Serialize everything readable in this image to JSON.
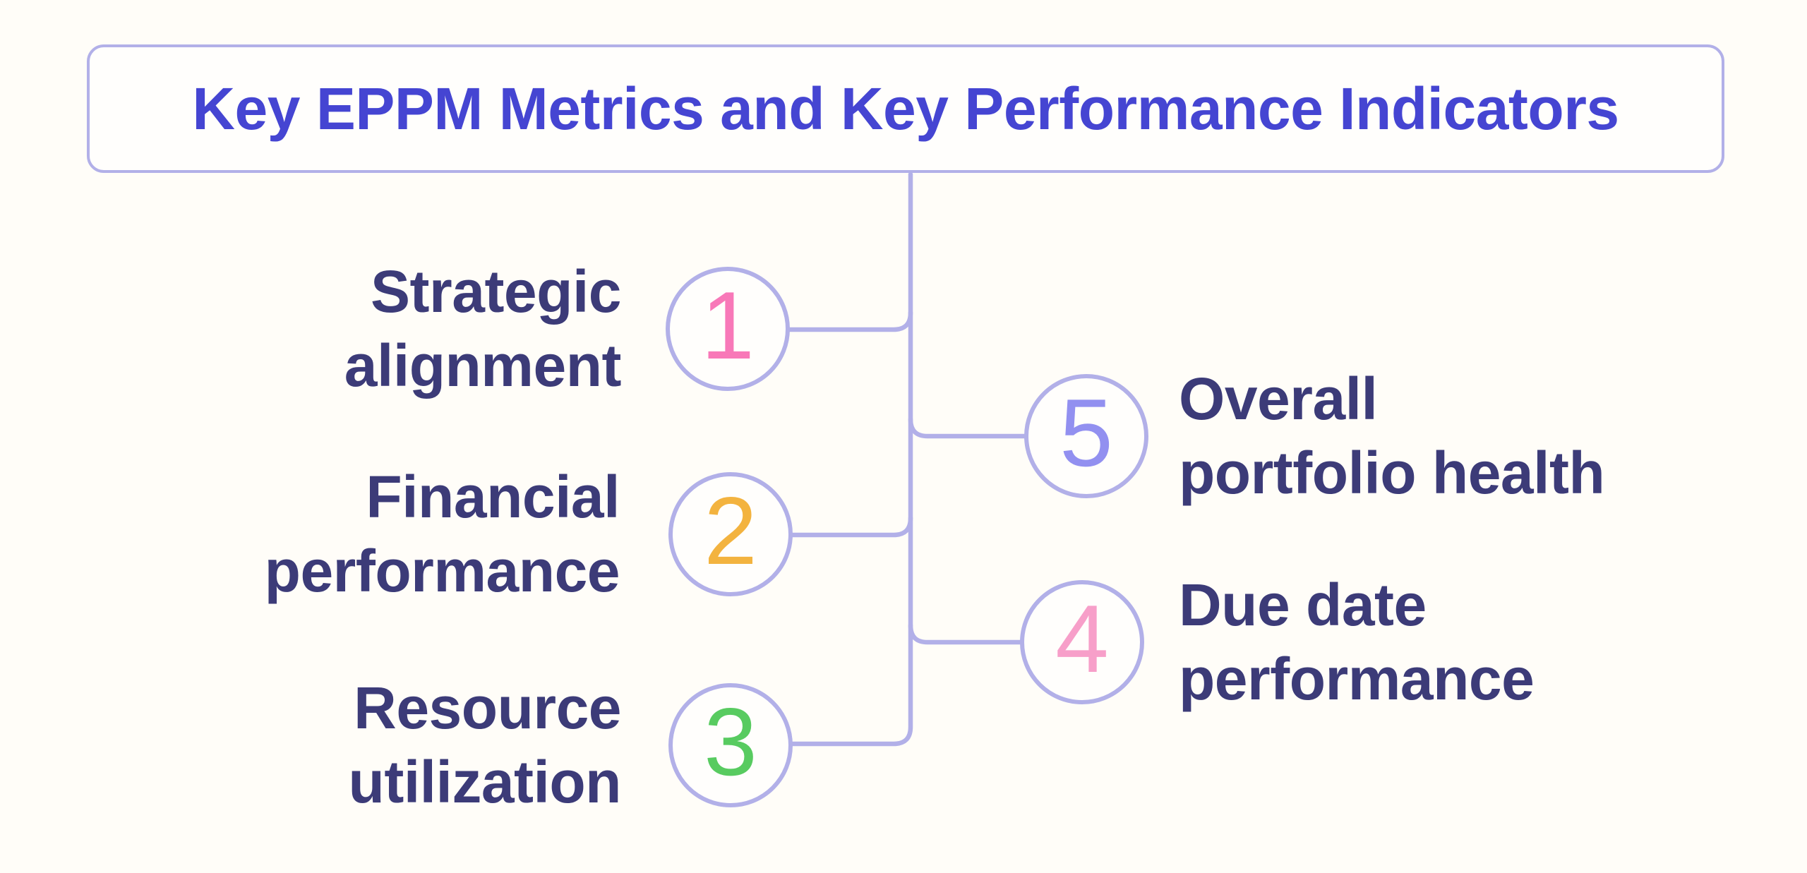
{
  "title": {
    "text": "Key EPPM Metrics and Key Performance Indicators"
  },
  "nodes": [
    {
      "number": "1",
      "line1": "Strategic",
      "line2": "alignment",
      "number_color": "#f878b8",
      "side": "left"
    },
    {
      "number": "2",
      "line1": "Financial",
      "line2": "performance",
      "number_color": "#f3b33f",
      "side": "left"
    },
    {
      "number": "3",
      "line1": "Resource",
      "line2": "utilization",
      "number_color": "#58cb60",
      "side": "left"
    },
    {
      "number": "4",
      "line1": "Due date",
      "line2": "performance",
      "number_color": "#f79fc9",
      "side": "right"
    },
    {
      "number": "5",
      "line1": "Overall",
      "line2": "portfolio health",
      "number_color": "#9290f0",
      "side": "right"
    }
  ],
  "colors": {
    "title": "#4545d2",
    "label": "#3c3b78",
    "line": "#b2b0e8",
    "bg": "#fffdf8",
    "nodebg": "#fffefc"
  }
}
